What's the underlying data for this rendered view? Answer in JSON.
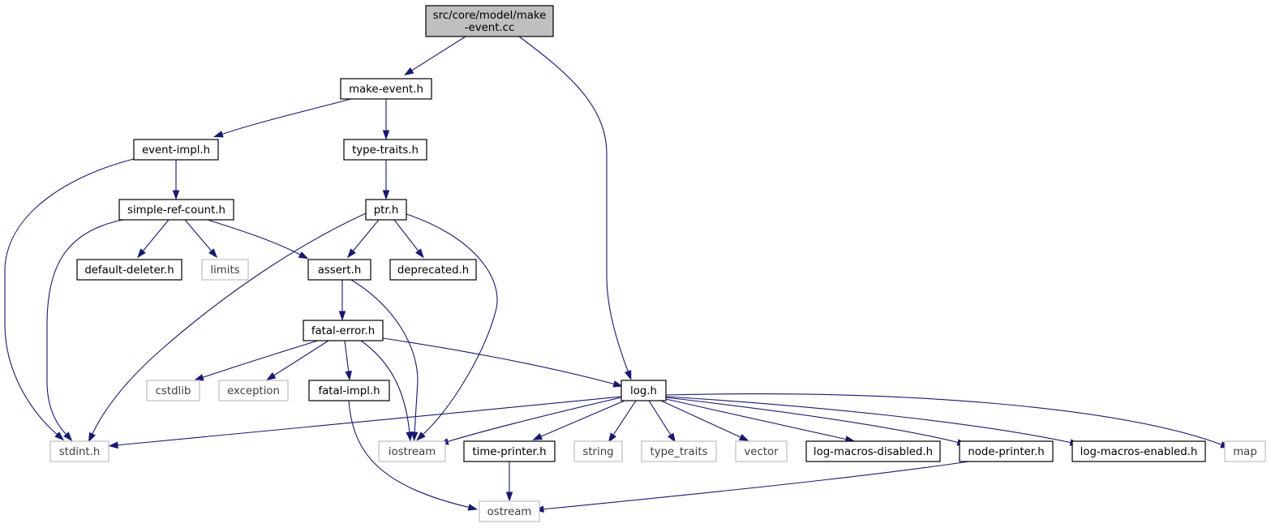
{
  "graph": {
    "title": "",
    "nodes": [
      {
        "id": "root",
        "lines": [
          "src/core/model/make",
          "-event.cc"
        ],
        "kind": "root"
      },
      {
        "id": "make-event-h",
        "lines": [
          "make-event.h"
        ],
        "kind": "link"
      },
      {
        "id": "event-impl-h",
        "lines": [
          "event-impl.h"
        ],
        "kind": "link"
      },
      {
        "id": "type-traits-h",
        "lines": [
          "type-traits.h"
        ],
        "kind": "link"
      },
      {
        "id": "simple-ref-count-h",
        "lines": [
          "simple-ref-count.h"
        ],
        "kind": "link"
      },
      {
        "id": "ptr-h",
        "lines": [
          "ptr.h"
        ],
        "kind": "link"
      },
      {
        "id": "default-deleter-h",
        "lines": [
          "default-deleter.h"
        ],
        "kind": "link"
      },
      {
        "id": "limits",
        "lines": [
          "limits"
        ],
        "kind": "external"
      },
      {
        "id": "assert-h",
        "lines": [
          "assert.h"
        ],
        "kind": "link"
      },
      {
        "id": "deprecated-h",
        "lines": [
          "deprecated.h"
        ],
        "kind": "link"
      },
      {
        "id": "fatal-error-h",
        "lines": [
          "fatal-error.h"
        ],
        "kind": "link"
      },
      {
        "id": "cstdlib",
        "lines": [
          "cstdlib"
        ],
        "kind": "external"
      },
      {
        "id": "exception",
        "lines": [
          "exception"
        ],
        "kind": "external"
      },
      {
        "id": "fatal-impl-h",
        "lines": [
          "fatal-impl.h"
        ],
        "kind": "link"
      },
      {
        "id": "log-h",
        "lines": [
          "log.h"
        ],
        "kind": "link"
      },
      {
        "id": "stdint-h",
        "lines": [
          "stdint.h"
        ],
        "kind": "external"
      },
      {
        "id": "iostream",
        "lines": [
          "iostream"
        ],
        "kind": "external"
      },
      {
        "id": "time-printer-h",
        "lines": [
          "time-printer.h"
        ],
        "kind": "link"
      },
      {
        "id": "string",
        "lines": [
          "string"
        ],
        "kind": "external"
      },
      {
        "id": "type_traits",
        "lines": [
          "type_traits"
        ],
        "kind": "external"
      },
      {
        "id": "vector",
        "lines": [
          "vector"
        ],
        "kind": "external"
      },
      {
        "id": "log-macros-disabled-h",
        "lines": [
          "log-macros-disabled.h"
        ],
        "kind": "link"
      },
      {
        "id": "node-printer-h",
        "lines": [
          "node-printer.h"
        ],
        "kind": "link"
      },
      {
        "id": "log-macros-enabled-h",
        "lines": [
          "log-macros-enabled.h"
        ],
        "kind": "link"
      },
      {
        "id": "map",
        "lines": [
          "map"
        ],
        "kind": "external"
      },
      {
        "id": "ostream",
        "lines": [
          "ostream"
        ],
        "kind": "external"
      }
    ],
    "edges": [
      {
        "from": "root",
        "to": "make-event-h"
      },
      {
        "from": "root",
        "to": "log-h"
      },
      {
        "from": "make-event-h",
        "to": "event-impl-h"
      },
      {
        "from": "make-event-h",
        "to": "type-traits-h"
      },
      {
        "from": "event-impl-h",
        "to": "simple-ref-count-h"
      },
      {
        "from": "event-impl-h",
        "to": "stdint-h"
      },
      {
        "from": "type-traits-h",
        "to": "ptr-h"
      },
      {
        "from": "simple-ref-count-h",
        "to": "default-deleter-h"
      },
      {
        "from": "simple-ref-count-h",
        "to": "limits"
      },
      {
        "from": "simple-ref-count-h",
        "to": "assert-h"
      },
      {
        "from": "simple-ref-count-h",
        "to": "stdint-h"
      },
      {
        "from": "ptr-h",
        "to": "assert-h"
      },
      {
        "from": "ptr-h",
        "to": "deprecated-h"
      },
      {
        "from": "ptr-h",
        "to": "stdint-h"
      },
      {
        "from": "ptr-h",
        "to": "iostream"
      },
      {
        "from": "assert-h",
        "to": "fatal-error-h"
      },
      {
        "from": "assert-h",
        "to": "iostream"
      },
      {
        "from": "fatal-error-h",
        "to": "cstdlib"
      },
      {
        "from": "fatal-error-h",
        "to": "exception"
      },
      {
        "from": "fatal-error-h",
        "to": "fatal-impl-h"
      },
      {
        "from": "fatal-error-h",
        "to": "iostream"
      },
      {
        "from": "fatal-error-h",
        "to": "log-h"
      },
      {
        "from": "fatal-impl-h",
        "to": "ostream"
      },
      {
        "from": "log-h",
        "to": "stdint-h"
      },
      {
        "from": "log-h",
        "to": "iostream"
      },
      {
        "from": "log-h",
        "to": "time-printer-h"
      },
      {
        "from": "log-h",
        "to": "string"
      },
      {
        "from": "log-h",
        "to": "type_traits"
      },
      {
        "from": "log-h",
        "to": "vector"
      },
      {
        "from": "log-h",
        "to": "log-macros-disabled-h"
      },
      {
        "from": "log-h",
        "to": "node-printer-h"
      },
      {
        "from": "log-h",
        "to": "log-macros-enabled-h"
      },
      {
        "from": "log-h",
        "to": "map"
      },
      {
        "from": "time-printer-h",
        "to": "ostream"
      },
      {
        "from": "node-printer-h",
        "to": "ostream"
      }
    ],
    "colors": {
      "edge": "#191970",
      "root_fill": "#bfbfbf",
      "link_border": "#000000",
      "external_border": "#bfbfbf",
      "background": "#ffffff"
    }
  }
}
